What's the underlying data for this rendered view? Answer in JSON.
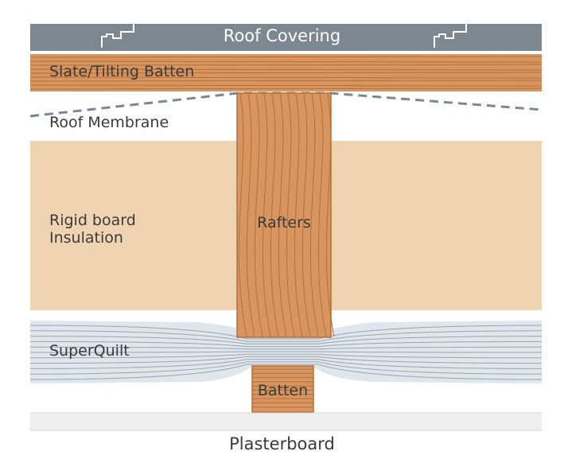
{
  "colors": {
    "roof_covering": "#7d8790",
    "timber": "#d9955f",
    "timber_grain": "#b0703f",
    "insulation": "#f0d4b2",
    "superquilt": "#dfe6ec",
    "superquilt_lines": "#9aa5b0",
    "membrane": "#7d8790",
    "plasterboard": "#eeeeee",
    "label_text": "#3a3a3a",
    "label_text_light": "#ffffff"
  },
  "labels": {
    "roof_covering": "Roof Covering",
    "slate_batten": "Slate/Tilting Batten",
    "roof_membrane": "Roof Membrane",
    "rigid_line1": "Rigid board",
    "rigid_line2": "Insulation",
    "rafters": "Rafters",
    "superquilt": "SuperQuilt",
    "batten": "Batten",
    "plasterboard": "Plasterboard"
  }
}
